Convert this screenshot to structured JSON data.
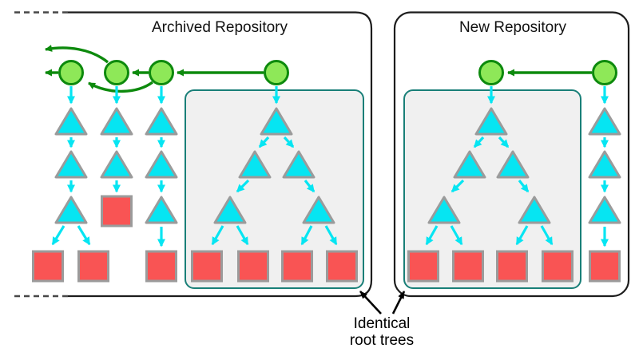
{
  "diagram": {
    "archived_repo": {
      "title": "Archived Repository"
    },
    "new_repo": {
      "title": "New Repository"
    },
    "annotation": {
      "line1": "Identical",
      "line2": "root trees"
    }
  },
  "colors": {
    "commit_fill": "#8ee858",
    "commit_stroke": "#0d8a0d",
    "green_arrow": "#0d8a0d",
    "tree_fill": "#06e5f2",
    "cyan_arrow": "#06e5f2",
    "node_stroke": "#9b9b9b",
    "blob_fill": "#f95454",
    "highlight_border": "#197f78",
    "highlight_fill": "#f0f0f0",
    "box_border": "#1c1c1c",
    "dash_color": "#474747",
    "annotation_color": "#000000"
  }
}
